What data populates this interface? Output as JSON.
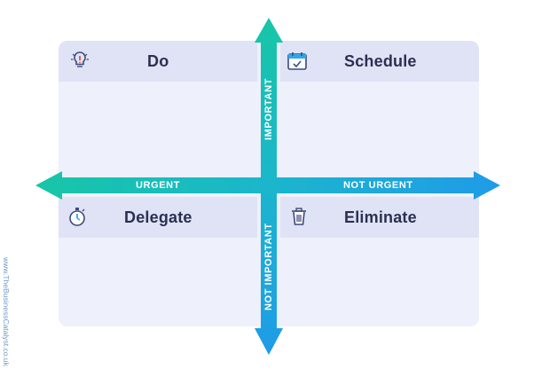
{
  "quadrants": {
    "do": {
      "title": "Do",
      "icon": "lightbulb-icon"
    },
    "schedule": {
      "title": "Schedule",
      "icon": "calendar-check-icon"
    },
    "delegate": {
      "title": "Delegate",
      "icon": "stopwatch-icon"
    },
    "eliminate": {
      "title": "Eliminate",
      "icon": "trash-can-icon"
    }
  },
  "axes": {
    "up": "IMPORTANT",
    "down": "NOT IMPORTANT",
    "left": "URGENT",
    "right": "NOT URGENT"
  },
  "watermark": "www.TheBusinessCatalyst.co.uk",
  "colors": {
    "arrow_teal": "#18c3a9",
    "arrow_blue": "#1f9be8",
    "header": "#dfe3f5",
    "card": "#eef0fb",
    "title_text": "#2c2f52"
  }
}
